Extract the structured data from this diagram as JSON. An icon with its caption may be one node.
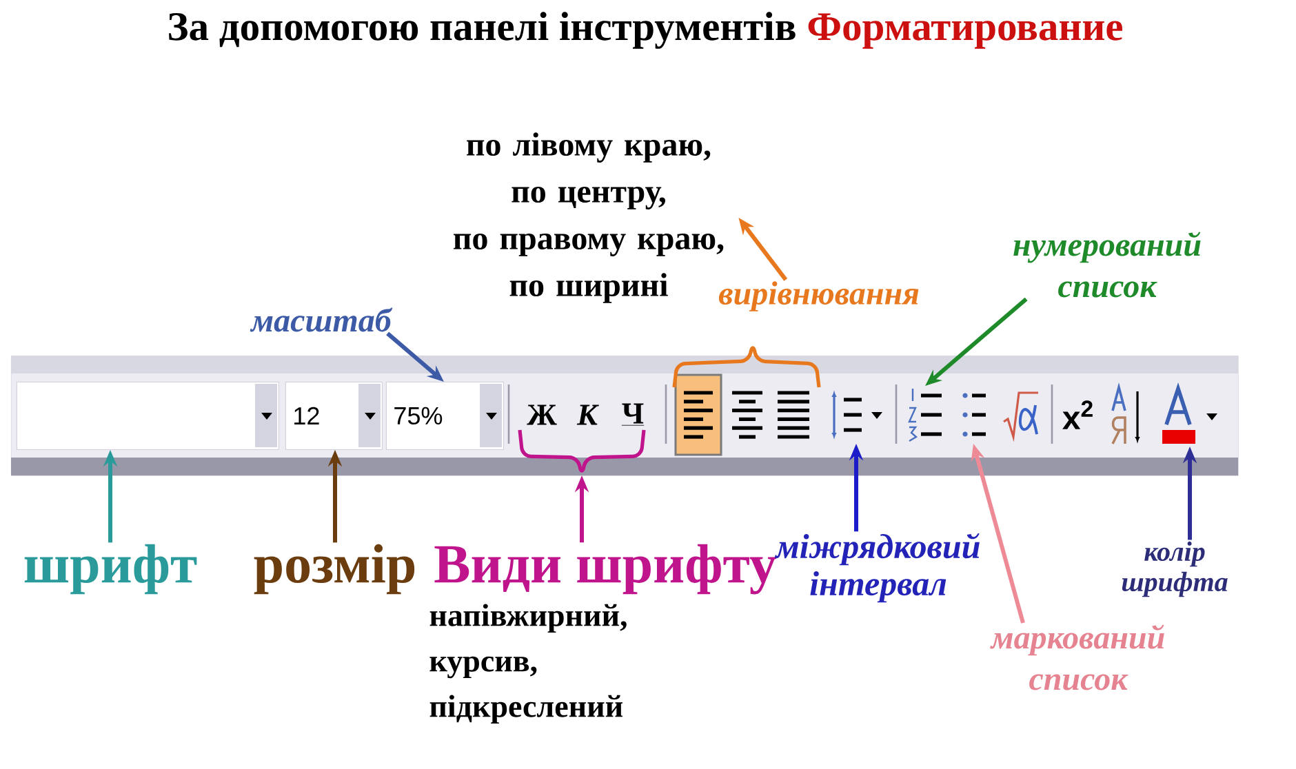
{
  "diagram": {
    "title": "За допомогою панелі інструментів Форматирование",
    "nodes": [
      {
        "text": [
          "по лівому краю, по центру, по правому краю, по ширині"
        ]
      },
      {
        "text": [
          "вирівнювання"
        ]
      },
      {
        "text": [
          "нумерований список"
        ]
      },
      {
        "text": [
          "масштаб"
        ]
      },
      {
        "text": [],
        "shape": "bar"
      },
      {
        "text": [],
        "shape": "box",
        "in": 4
      },
      {
        "text": [
          "12"
        ],
        "in": 4
      },
      {
        "text": [
          "75%"
        ],
        "in": 4
      },
      {
        "text": [
          "Ж"
        ],
        "in": 4
      },
      {
        "text": [
          "К"
        ],
        "in": 4
      },
      {
        "text": [
          "Ч"
        ],
        "in": 4
      },
      {
        "text": [],
        "shape": "picture",
        "in": 4
      },
      {
        "text": [],
        "shape": "picture",
        "in": 4
      },
      {
        "text": [],
        "shape": "picture",
        "in": 4
      },
      {
        "text": [],
        "shape": "picture",
        "in": 4
      },
      {
        "text": [],
        "shape": "picture",
        "in": 4
      },
      {
        "text": [],
        "shape": "picture",
        "in": 4
      },
      {
        "text": [],
        "shape": "picture",
        "in": 4
      },
      {
        "text": [
          "x$^{2}$"
        ],
        "in": 4
      },
      {
        "text": [],
        "shape": "picture",
        "in": 4
      },
      {
        "text": [],
        "shape": "picture",
        "in": 4
      },
      {
        "text": [],
        "shape": "brace",
        "in": 4
      },
      {
        "text": [
          "шрифт"
        ]
      },
      {
        "text": [
          "розмір"
        ]
      },
      {
        "text": [
          "Види шрифту"
        ],
        "beside": [
          "напівжирний, курсив, підкреслений"
        ]
      },
      {
        "text": [
          "міжрядковий інтервал"
        ]
      },
      {
        "text": [
          "колір шрифта"
        ]
      },
      {
        "text": [
          "маркований список"
        ]
      }
    ],
    "edges": [
      {
        "from": 1,
        "to": 0,
        "arrow": "to",
        "color": "#e8781e"
      },
      {
        "from": 2,
        "to": 15,
        "arrow": "to",
        "color": "#1f8a2a"
      },
      {
        "from": 3,
        "to": 7,
        "arrow": "to",
        "color": "#3c5aa6"
      },
      {
        "from": 22,
        "to": 5,
        "arrow": "to",
        "color": "#2a9a9a"
      },
      {
        "from": 23,
        "to": 6,
        "arrow": "to",
        "color": "#6b3c0e"
      },
      {
        "from": 24,
        "to": 21,
        "arrow": "to",
        "color": "#c0148c"
      },
      {
        "from": 25,
        "to": 14,
        "arrow": "to",
        "color": "#1c1cc8"
      },
      {
        "from": 26,
        "to": 20,
        "arrow": "to",
        "color": "#2e2e96"
      },
      {
        "from": 27,
        "to": 16,
        "arrow": "to",
        "color": "#ee8a96"
      }
    ]
  }
}
